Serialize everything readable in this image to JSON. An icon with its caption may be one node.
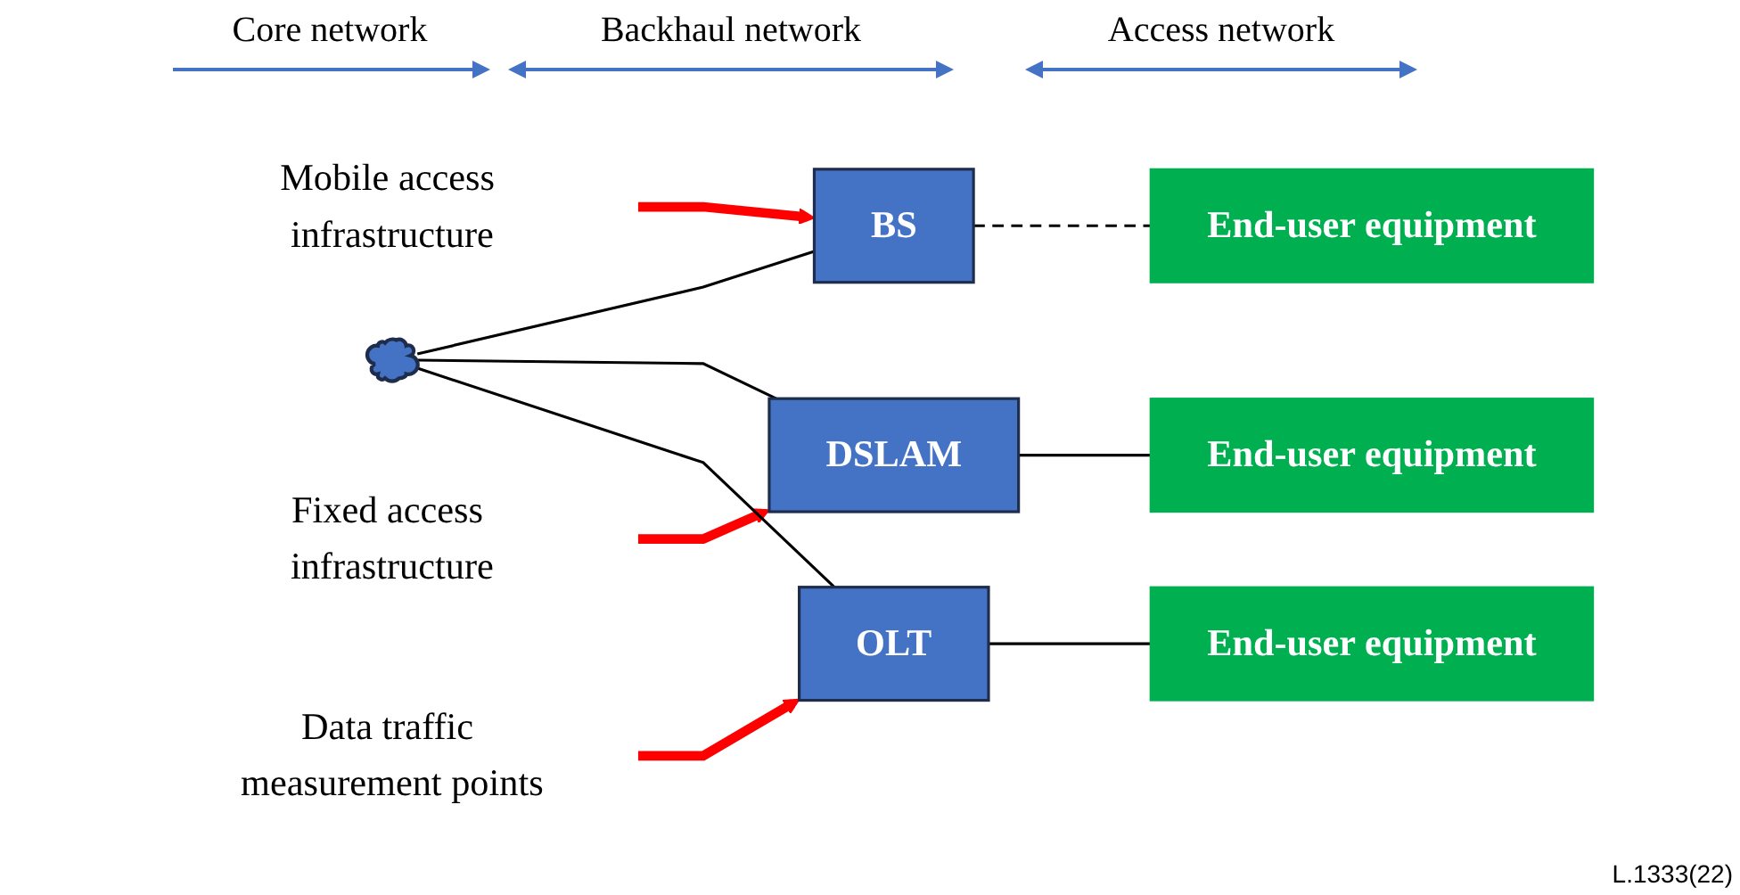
{
  "diagram": {
    "nodes": [
      {
        "text": [],
        "shape": "cloud"
      },
      {
        "text": [
          "BS"
        ]
      },
      {
        "text": [
          "End-user equipment"
        ]
      },
      {
        "text": [
          "Mobile access infrastructure"
        ]
      },
      {
        "text": [
          "DSLAM"
        ]
      },
      {
        "text": [
          "End-user equipment"
        ]
      },
      {
        "text": [
          "Fixed access infrastructure"
        ]
      },
      {
        "text": [
          "OLT"
        ]
      },
      {
        "text": [
          "End-user equipment"
        ]
      },
      {
        "text": [
          "Data traffic measurement points"
        ]
      }
    ],
    "edges": [
      {
        "from": 0,
        "to": 1,
        "arrow": "none"
      },
      {
        "from": 1,
        "to": 2,
        "arrow": "none",
        "style": "dashed"
      },
      {
        "from": 3,
        "to": 1,
        "arrow": "to",
        "style": "thick",
        "color": "#ff0000"
      },
      {
        "from": 0,
        "to": 4,
        "arrow": "none"
      },
      {
        "from": 4,
        "to": 5,
        "arrow": "none"
      },
      {
        "from": 6,
        "to": 4,
        "arrow": "to",
        "style": "thick",
        "color": "#ff0000"
      },
      {
        "from": 0,
        "to": 7,
        "arrow": "none"
      },
      {
        "from": 7,
        "to": 8,
        "arrow": "none"
      },
      {
        "from": 9,
        "to": 7,
        "arrow": "to",
        "style": "thick",
        "color": "#ff0000"
      }
    ],
    "labels": [
      "Core network",
      "Backhaul network",
      "Access network",
      "L.1333(22)"
    ]
  }
}
